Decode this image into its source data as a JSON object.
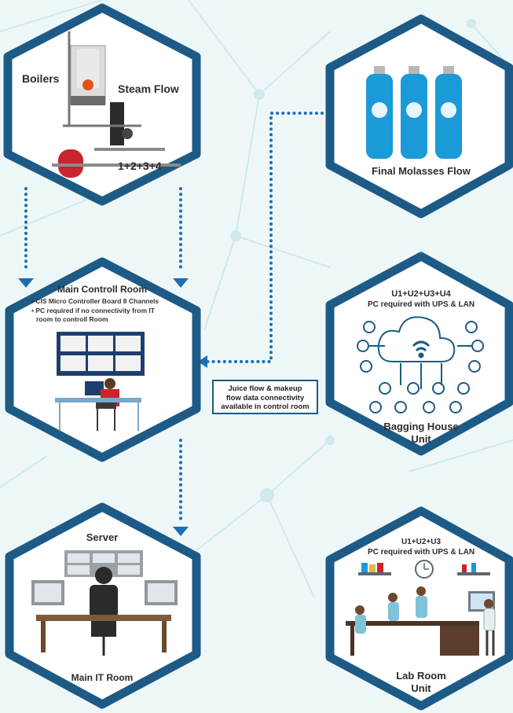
{
  "colors": {
    "hex_border": "#1d5b86",
    "dots": "#1d6fb0",
    "background": "#eef7f8"
  },
  "boilers": {
    "label": "Boilers",
    "steam": "Steam Flow",
    "units": "1+2+3+4"
  },
  "molasses": {
    "label": "Final Molasses Flow"
  },
  "control": {
    "title": "Main Controll Room",
    "bullet1": "• CIS Micro Controller Board 8 Channels",
    "bullet2a": "• PC required if no connectivity from IT",
    "bullet2b": "room to controll Room"
  },
  "callout": {
    "line1": "Juice flow & makeup",
    "line2": "flow data connectivity",
    "line3": "available in control room"
  },
  "bagging": {
    "units": "U1+U2+U3+U4",
    "req": "PC required with UPS & LAN",
    "title1": "Bagging House",
    "title2": "Unit"
  },
  "server": {
    "title": "Server",
    "bottom": "Main IT Room"
  },
  "lab": {
    "units": "U1+U2+U3",
    "req": "PC required with UPS & LAN",
    "title1": "Lab Room",
    "title2": "Unit"
  },
  "icons": [
    "boiler-icon",
    "water-bottle-icon",
    "monitor-wall-icon",
    "cloud-network-icon",
    "server-room-icon",
    "lab-icon"
  ]
}
